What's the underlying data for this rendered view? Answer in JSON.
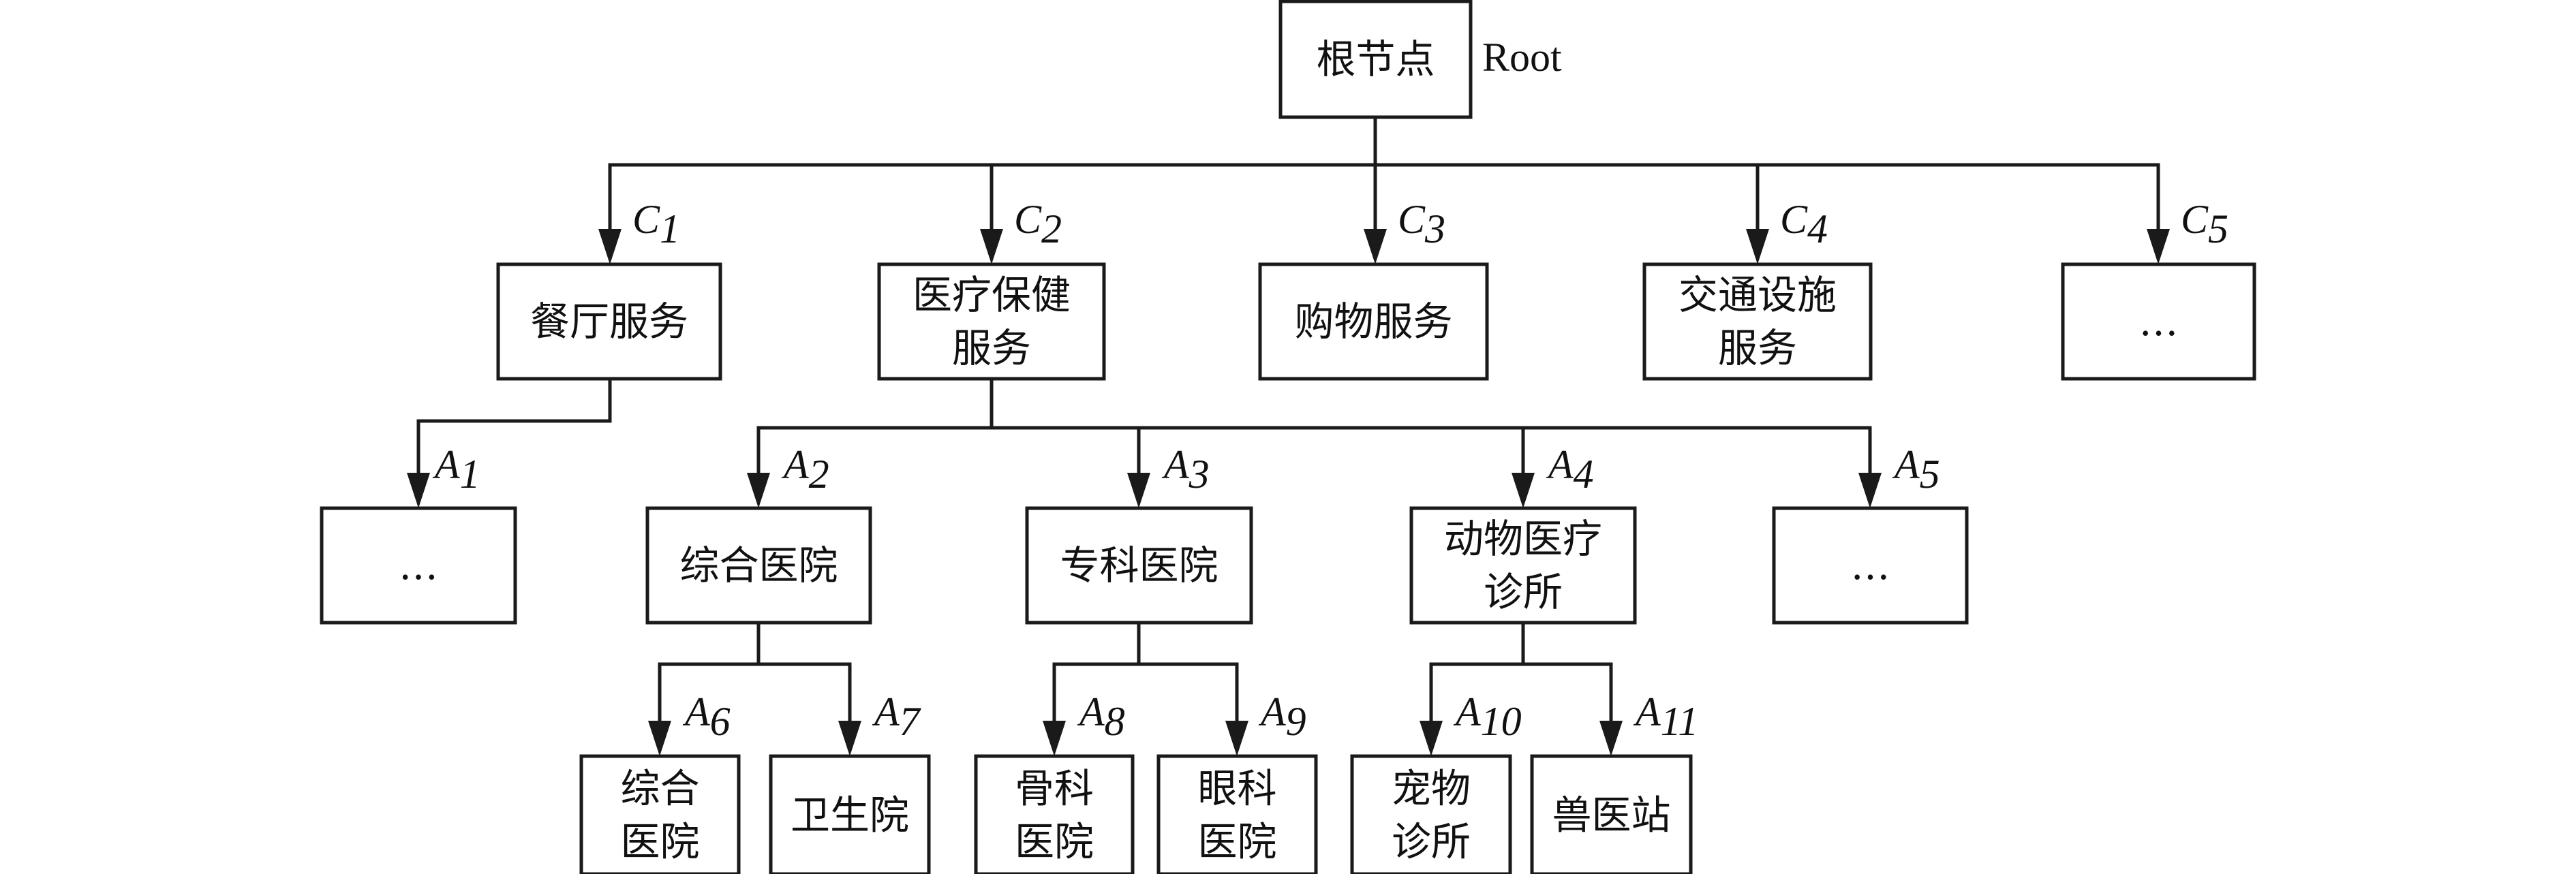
{
  "root": {
    "id": "root",
    "lines": [
      "根节点"
    ],
    "side_label": "Root"
  },
  "nodes": [
    {
      "id": "c1",
      "lines": [
        "餐厅服务"
      ]
    },
    {
      "id": "c2",
      "lines": [
        "医疗保健",
        "服务"
      ]
    },
    {
      "id": "c3",
      "lines": [
        "购物服务"
      ]
    },
    {
      "id": "c4",
      "lines": [
        "交通设施",
        "服务"
      ]
    },
    {
      "id": "c5",
      "lines": [
        "…"
      ]
    },
    {
      "id": "a1",
      "lines": [
        "…"
      ]
    },
    {
      "id": "a2",
      "lines": [
        "综合医院"
      ]
    },
    {
      "id": "a3",
      "lines": [
        "专科医院"
      ]
    },
    {
      "id": "a4",
      "lines": [
        "动物医疗",
        "诊所"
      ]
    },
    {
      "id": "a5",
      "lines": [
        "…"
      ]
    },
    {
      "id": "a6",
      "lines": [
        "综合",
        "医院"
      ]
    },
    {
      "id": "a7",
      "lines": [
        "卫生院"
      ]
    },
    {
      "id": "a8",
      "lines": [
        "骨科",
        "医院"
      ]
    },
    {
      "id": "a9",
      "lines": [
        "眼科",
        "医院"
      ]
    },
    {
      "id": "a10",
      "lines": [
        "宠物",
        "诊所"
      ]
    },
    {
      "id": "a11",
      "lines": [
        "兽医站"
      ]
    }
  ],
  "edges": [
    {
      "from": "root",
      "to": "c1",
      "label": "C",
      "sub": "1"
    },
    {
      "from": "root",
      "to": "c2",
      "label": "C",
      "sub": "2"
    },
    {
      "from": "root",
      "to": "c3",
      "label": "C",
      "sub": "3"
    },
    {
      "from": "root",
      "to": "c4",
      "label": "C",
      "sub": "4"
    },
    {
      "from": "root",
      "to": "c5",
      "label": "C",
      "sub": "5"
    },
    {
      "from": "c1",
      "to": "a1",
      "label": "A",
      "sub": "1"
    },
    {
      "from": "c2",
      "to": "a2",
      "label": "A",
      "sub": "2"
    },
    {
      "from": "c2",
      "to": "a3",
      "label": "A",
      "sub": "3"
    },
    {
      "from": "c2",
      "to": "a4",
      "label": "A",
      "sub": "4"
    },
    {
      "from": "c2",
      "to": "a5",
      "label": "A",
      "sub": "5"
    },
    {
      "from": "a2",
      "to": "a6",
      "label": "A",
      "sub": "6"
    },
    {
      "from": "a2",
      "to": "a7",
      "label": "A",
      "sub": "7"
    },
    {
      "from": "a3",
      "to": "a8",
      "label": "A",
      "sub": "8"
    },
    {
      "from": "a3",
      "to": "a9",
      "label": "A",
      "sub": "9"
    },
    {
      "from": "a4",
      "to": "a10",
      "label": "A",
      "sub": "10"
    },
    {
      "from": "a4",
      "to": "a11",
      "label": "A",
      "sub": "11"
    }
  ]
}
